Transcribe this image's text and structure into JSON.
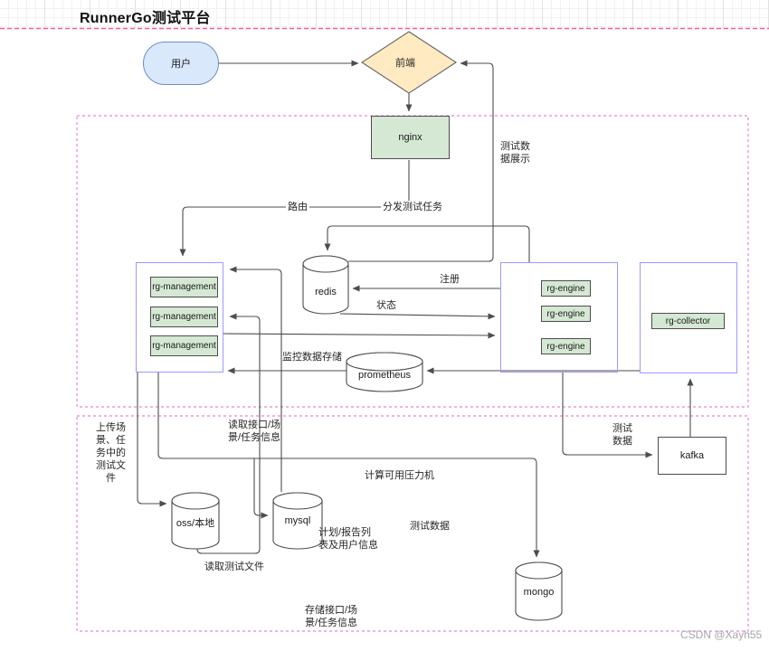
{
  "title": "RunnerGo测试平台",
  "watermark": "CSDN @Xayh55",
  "nodes": {
    "user": "用户",
    "frontend": "前端",
    "nginx": "nginx",
    "management": [
      "rg-management",
      "rg-management",
      "rg-management"
    ],
    "redis": "redis",
    "engines": [
      "rg-engine",
      "rg-engine",
      "rg-engine"
    ],
    "collector": "rg-collector",
    "prometheus": "prometheus",
    "oss": "oss/本地",
    "mysql": "mysql",
    "kafka": "kafka",
    "mongo": "mongo"
  },
  "edge_labels": {
    "route": "路由",
    "dispatch_tasks": "分发测试任务",
    "register": "注册",
    "status": "状态",
    "monitor_data_store": "监控数据存储",
    "test_data_display": "测试数\n据展示",
    "read_scene_info": "读取接口/场\n景/任务信息",
    "upload_test_files": "上传场\n景、任\n务中的\n测试文\n件",
    "calc_available_machines": "计算可用压力机",
    "test_data": "测试数据",
    "plan_report_user_info": "计划/报告列\n表及用户信息",
    "read_test_files": "读取测试文件",
    "test_data_to_kafka": "测试\n数据",
    "store_scene_info": "存储接口/场\n景/任务信息"
  },
  "colors": {
    "node_green": "#d5e8d4",
    "node_blue": "#dae8fc",
    "node_yellow": "#ffeac2",
    "container_border": "#9a9aff",
    "top_dashed_pink": "#f0609e",
    "section_dashed_magenta": "#ea85d8",
    "edge": "#4d4d4d"
  }
}
